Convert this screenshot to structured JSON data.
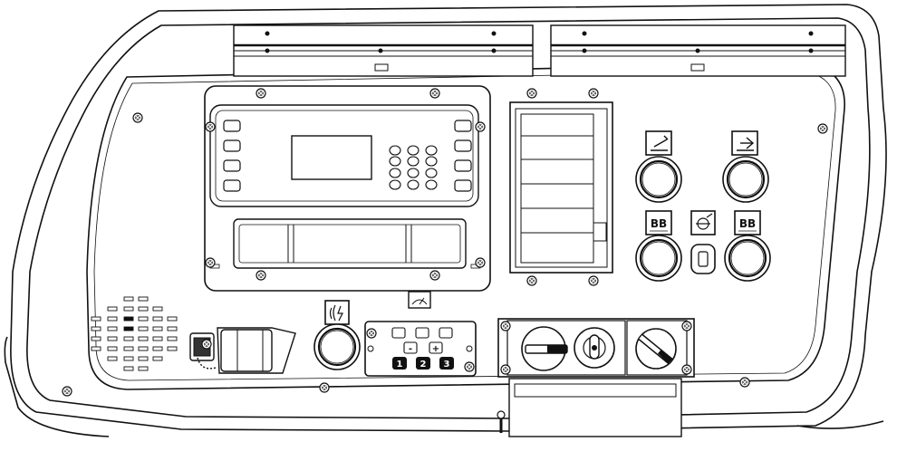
{
  "panel": {
    "labels": {
      "bb_left": "BB",
      "bb_right": "BB",
      "keypad_keys": [
        "-",
        "+",
        "1",
        "2",
        "3"
      ]
    }
  },
  "components": {
    "hinge_rails": 2,
    "controller_side_buttons_per_side": 4,
    "controller_keypad_rows": 4,
    "controller_keypad_cols": 3,
    "door_slots": 6,
    "speaker_rows": 8,
    "panel_screws": 24
  },
  "icons": [
    "screw-icon",
    "foot-pedal-icon",
    "horn-icon",
    "gauge-icon",
    "hydraulic-motor-icon",
    "rotary-switch-icon",
    "ignition-key-icon",
    "battery-disconnect-icon"
  ],
  "colors": {
    "line": "#111111",
    "fill": "#ffffff",
    "dark": "#222222"
  }
}
